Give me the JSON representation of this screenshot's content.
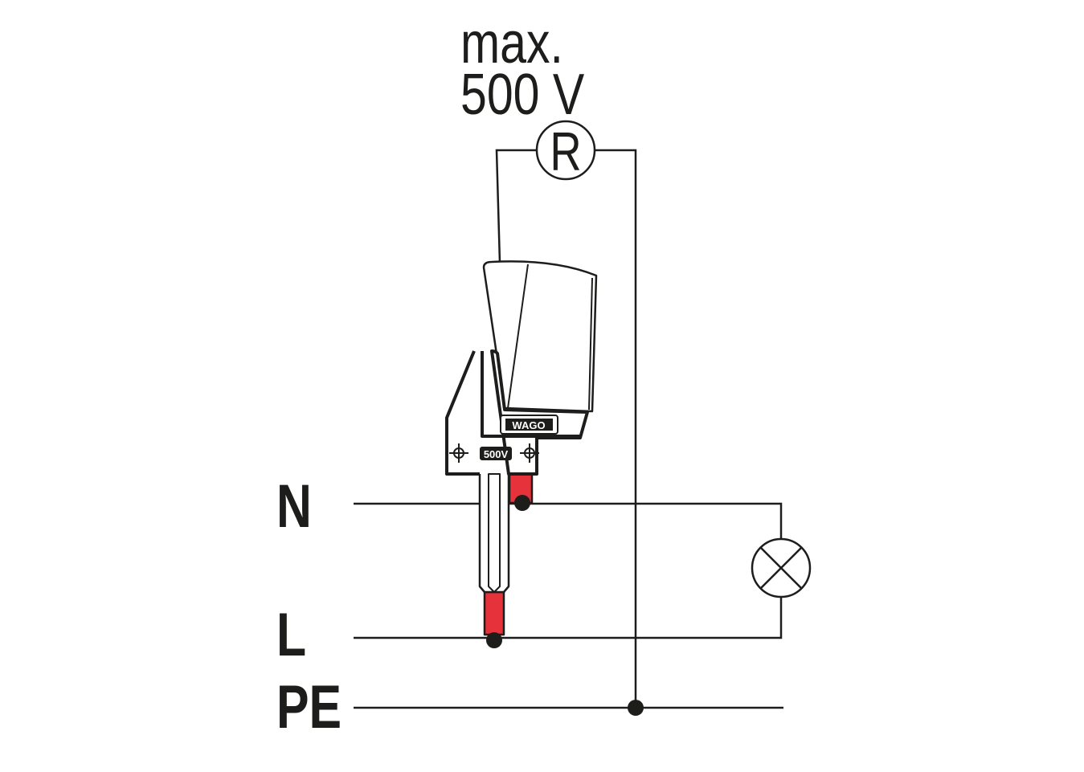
{
  "title": {
    "line1": "max.",
    "line2": "500 V"
  },
  "meter_symbol": "R",
  "conductors": {
    "neutral": "N",
    "line": "L",
    "protective_earth": "PE"
  },
  "device": {
    "brand_logo": "WAGO",
    "rating_label": "500V"
  },
  "colors": {
    "ink": "#1d1d1b",
    "probe_tip": "#e6333b"
  }
}
